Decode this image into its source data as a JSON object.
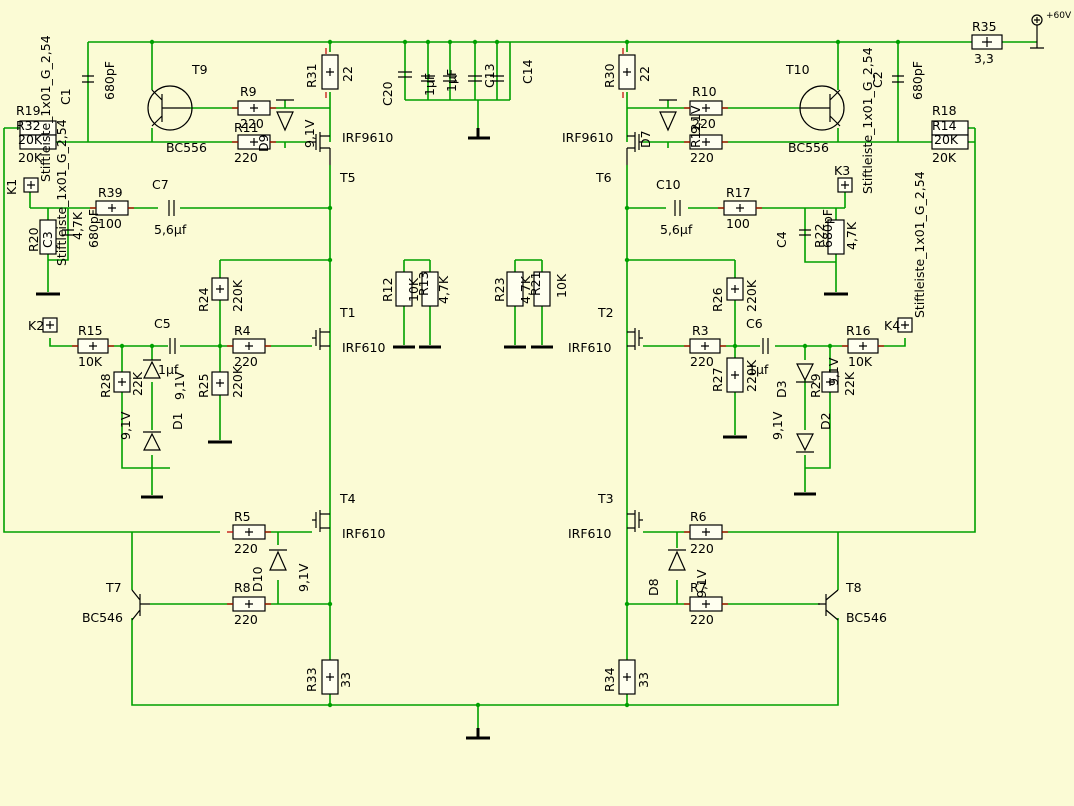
{
  "supply": {
    "voltage": "+60V"
  },
  "labels": [
    {
      "id": "R35",
      "text": "R35"
    },
    {
      "id": "R35v",
      "text": "3,3"
    },
    {
      "id": "R31",
      "text": "R31"
    },
    {
      "id": "R31v",
      "text": "22"
    },
    {
      "id": "R30",
      "text": "R30"
    },
    {
      "id": "R30v",
      "text": "22"
    },
    {
      "id": "C20",
      "text": "C20"
    },
    {
      "id": "C20v",
      "text": "1µF"
    },
    {
      "id": "C19",
      "text": "1µF"
    },
    {
      "id": "C13",
      "text": "C13"
    },
    {
      "id": "C14",
      "text": "C14"
    },
    {
      "id": "T9",
      "text": "T9"
    },
    {
      "id": "T9t",
      "text": "BC556"
    },
    {
      "id": "T10",
      "text": "T10"
    },
    {
      "id": "T10t",
      "text": "BC556"
    },
    {
      "id": "C1",
      "text": "C1"
    },
    {
      "id": "C1v",
      "text": "680pF"
    },
    {
      "id": "C2",
      "text": "C2"
    },
    {
      "id": "C2v",
      "text": "680pF"
    },
    {
      "id": "R9",
      "text": "R9"
    },
    {
      "id": "R9v",
      "text": "220"
    },
    {
      "id": "R11",
      "text": "R11"
    },
    {
      "id": "R11v",
      "text": "220"
    },
    {
      "id": "R10",
      "text": "R10"
    },
    {
      "id": "R10v",
      "text": "220"
    },
    {
      "id": "R12b",
      "text": "R12"
    },
    {
      "id": "R12bv",
      "text": "220"
    },
    {
      "id": "D9",
      "text": "D9"
    },
    {
      "id": "D9v",
      "text": "9,1V"
    },
    {
      "id": "D7",
      "text": "D7"
    },
    {
      "id": "D7v",
      "text": "9,1V"
    },
    {
      "id": "T5",
      "text": "T5"
    },
    {
      "id": "T5t",
      "text": "IRF9610"
    },
    {
      "id": "T6",
      "text": "T6"
    },
    {
      "id": "T6t",
      "text": "IRF9610"
    },
    {
      "id": "R19",
      "text": "R19"
    },
    {
      "id": "R32",
      "text": "R32"
    },
    {
      "id": "R19v",
      "text": "20K"
    },
    {
      "id": "R32v",
      "text": "20K"
    },
    {
      "id": "R18",
      "text": "R18"
    },
    {
      "id": "R14",
      "text": "R14"
    },
    {
      "id": "R18v",
      "text": "20K"
    },
    {
      "id": "R14v",
      "text": "20K"
    },
    {
      "id": "SL1",
      "text": "Stiftleiste_1x01_G_2,54"
    },
    {
      "id": "SL2",
      "text": "Stiftleiste_1x01_G_2,54"
    },
    {
      "id": "SL3",
      "text": "Stiftleiste_1x01_G_2,54"
    },
    {
      "id": "SL4",
      "text": "Stiftleiste_1x01_G_2,54"
    },
    {
      "id": "K1",
      "text": "K1"
    },
    {
      "id": "K2",
      "text": "K2"
    },
    {
      "id": "K3",
      "text": "K3"
    },
    {
      "id": "K4",
      "text": "K4"
    },
    {
      "id": "R39",
      "text": "R39"
    },
    {
      "id": "R39v",
      "text": "100"
    },
    {
      "id": "C7",
      "text": "C7"
    },
    {
      "id": "C7v",
      "text": "5,6µf"
    },
    {
      "id": "C10",
      "text": "C10"
    },
    {
      "id": "C10v",
      "text": "5,6µf"
    },
    {
      "id": "R17",
      "text": "R17"
    },
    {
      "id": "R17v",
      "text": "100"
    },
    {
      "id": "R20",
      "text": "R20"
    },
    {
      "id": "C3",
      "text": "C3"
    },
    {
      "id": "C3v",
      "text": "680pF"
    },
    {
      "id": "R20v",
      "text": "4,7K"
    },
    {
      "id": "C4",
      "text": "C4"
    },
    {
      "id": "C4v",
      "text": "680pF"
    },
    {
      "id": "R22",
      "text": "R22"
    },
    {
      "id": "R22v",
      "text": "4,7K"
    },
    {
      "id": "R24",
      "text": "R24"
    },
    {
      "id": "R24v",
      "text": "220K"
    },
    {
      "id": "R25",
      "text": "R25"
    },
    {
      "id": "R25v",
      "text": "220K"
    },
    {
      "id": "R26",
      "text": "R26"
    },
    {
      "id": "R26v",
      "text": "220K"
    },
    {
      "id": "R27",
      "text": "R27"
    },
    {
      "id": "R27v",
      "text": "220K"
    },
    {
      "id": "R12",
      "text": "R12"
    },
    {
      "id": "R12v",
      "text": "10K"
    },
    {
      "id": "R13",
      "text": "R13"
    },
    {
      "id": "R13v",
      "text": "4,7K"
    },
    {
      "id": "R23",
      "text": "R23"
    },
    {
      "id": "R23v",
      "text": "4,7K"
    },
    {
      "id": "R21",
      "text": "R21"
    },
    {
      "id": "R21v",
      "text": "10K"
    },
    {
      "id": "T1",
      "text": "T1"
    },
    {
      "id": "T1t",
      "text": "IRF610"
    },
    {
      "id": "T2",
      "text": "T2"
    },
    {
      "id": "T2t",
      "text": "IRF610"
    },
    {
      "id": "R15",
      "text": "R15"
    },
    {
      "id": "R15v",
      "text": "10K"
    },
    {
      "id": "R16",
      "text": "R16"
    },
    {
      "id": "R16v",
      "text": "10K"
    },
    {
      "id": "C5",
      "text": "C5"
    },
    {
      "id": "C5v",
      "text": "1µf"
    },
    {
      "id": "C6",
      "text": "C6"
    },
    {
      "id": "C6v",
      "text": "1µf"
    },
    {
      "id": "R4",
      "text": "R4"
    },
    {
      "id": "R4v",
      "text": "220"
    },
    {
      "id": "R3",
      "text": "R3"
    },
    {
      "id": "R3v",
      "text": "220"
    },
    {
      "id": "R28",
      "text": "R28"
    },
    {
      "id": "R28v",
      "text": "22K"
    },
    {
      "id": "R29",
      "text": "R29"
    },
    {
      "id": "R29v",
      "text": "22K"
    },
    {
      "id": "D1",
      "text": "D1"
    },
    {
      "id": "D1v",
      "text": "9,1V"
    },
    {
      "id": "D1v2",
      "text": "9,1V"
    },
    {
      "id": "D2",
      "text": "D2"
    },
    {
      "id": "D2v",
      "text": "9,1V"
    },
    {
      "id": "D3",
      "text": "D3"
    },
    {
      "id": "D3v",
      "text": "9,1V"
    },
    {
      "id": "T4",
      "text": "T4"
    },
    {
      "id": "T4t",
      "text": "IRF610"
    },
    {
      "id": "T3",
      "text": "T3"
    },
    {
      "id": "T3t",
      "text": "IRF610"
    },
    {
      "id": "R5",
      "text": "R5"
    },
    {
      "id": "R5v",
      "text": "220"
    },
    {
      "id": "R6",
      "text": "R6"
    },
    {
      "id": "R6v",
      "text": "220"
    },
    {
      "id": "D10",
      "text": "D10"
    },
    {
      "id": "D10v",
      "text": "9,1V"
    },
    {
      "id": "D8",
      "text": "D8"
    },
    {
      "id": "D8v",
      "text": "9,1V"
    },
    {
      "id": "T7",
      "text": "T7"
    },
    {
      "id": "T7t",
      "text": "BC546"
    },
    {
      "id": "T8",
      "text": "T8"
    },
    {
      "id": "T8t",
      "text": "BC546"
    },
    {
      "id": "R8",
      "text": "R8"
    },
    {
      "id": "R8v",
      "text": "220"
    },
    {
      "id": "R7",
      "text": "R7"
    },
    {
      "id": "R7v",
      "text": "220"
    },
    {
      "id": "R33",
      "text": "R33"
    },
    {
      "id": "R33v",
      "text": "33"
    },
    {
      "id": "R34",
      "text": "R34"
    },
    {
      "id": "R34v",
      "text": "33"
    }
  ]
}
